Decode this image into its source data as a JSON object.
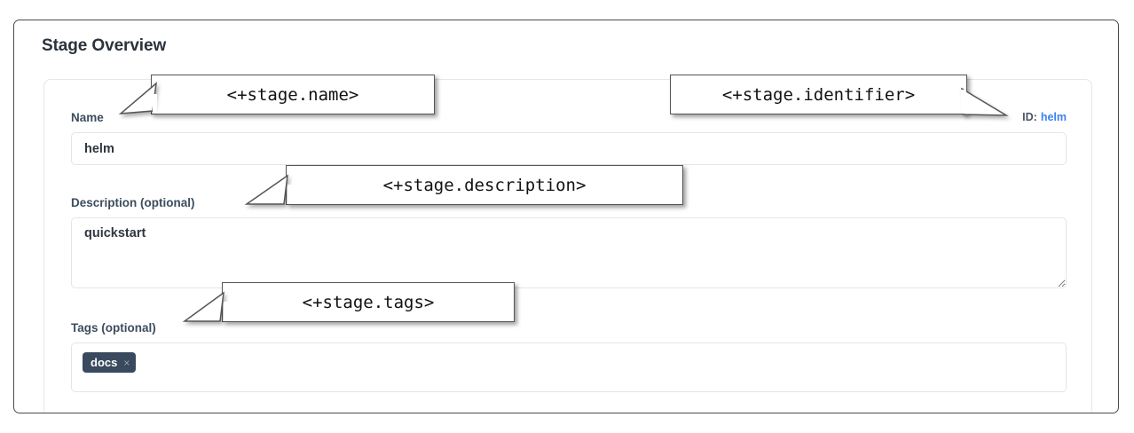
{
  "page": {
    "title": "Stage Overview"
  },
  "form": {
    "name_field": {
      "label": "Name",
      "value": "helm",
      "id_prefix": "ID:",
      "id_value": "helm"
    },
    "description_field": {
      "label": "Description (optional)",
      "value": "quickstart"
    },
    "tags_field": {
      "label": "Tags (optional)",
      "tags": [
        {
          "label": "docs",
          "remove_icon": "×"
        }
      ]
    }
  },
  "annotations": [
    {
      "text": "<+stage.name>"
    },
    {
      "text": "<+stage.identifier>"
    },
    {
      "text": "<+stage.description>"
    },
    {
      "text": "<+stage.tags>"
    }
  ],
  "colors": {
    "label": "#3d4d5e",
    "link": "#3b82f6",
    "chip_bg": "#394a5e",
    "frame_border": "#4a4a4a",
    "input_border": "#e3e5e9"
  }
}
